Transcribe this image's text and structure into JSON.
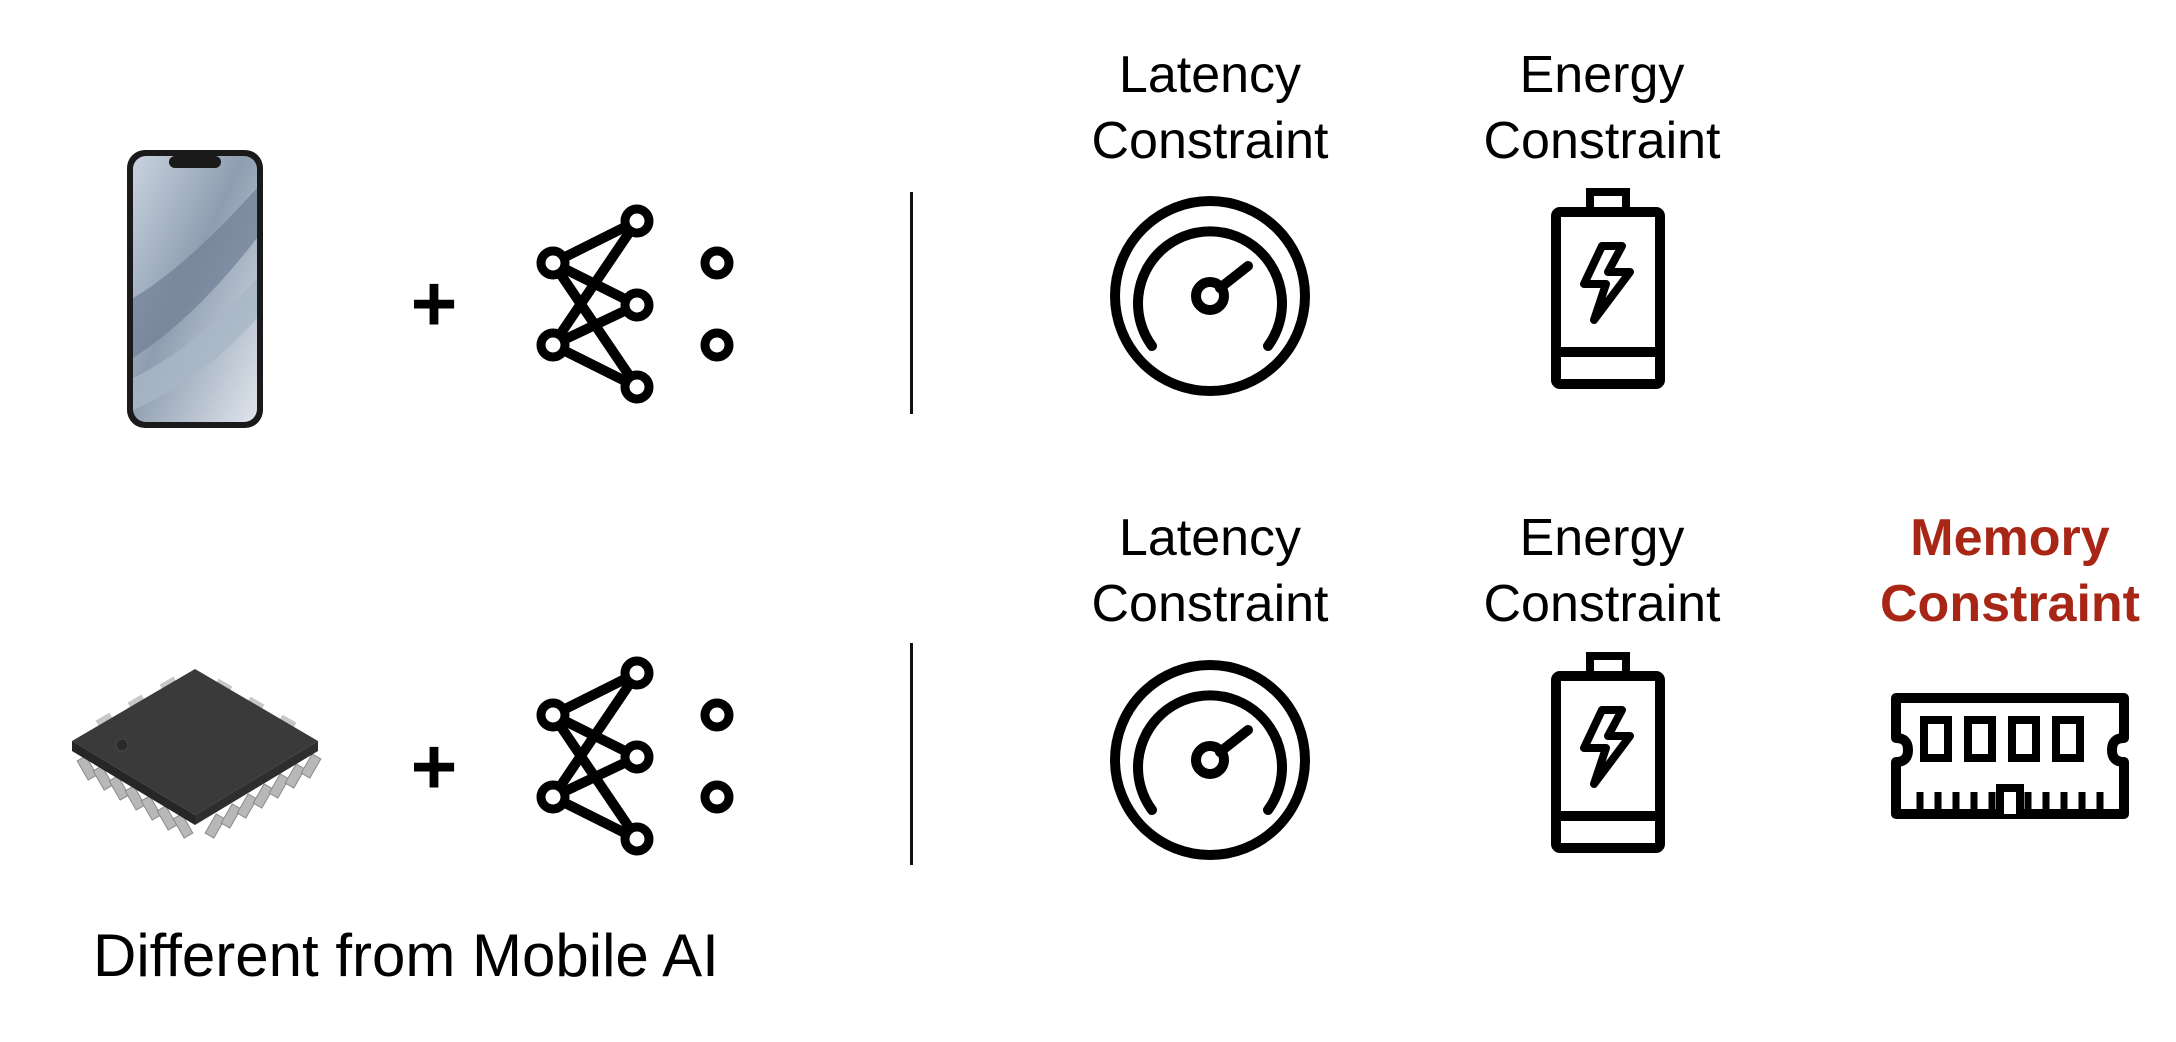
{
  "rows": [
    {
      "device": "phone-image",
      "plus": "+",
      "constraints": [
        {
          "line1": "Latency",
          "line2": "Constraint",
          "icon": "speedometer-icon"
        },
        {
          "line1": "Energy",
          "line2": "Constraint",
          "icon": "battery-icon"
        }
      ]
    },
    {
      "device": "microcontroller-chip-image",
      "plus": "+",
      "constraints": [
        {
          "line1": "Latency",
          "line2": "Constraint",
          "icon": "speedometer-icon"
        },
        {
          "line1": "Energy",
          "line2": "Constraint",
          "icon": "battery-icon"
        },
        {
          "line1": "Memory",
          "line2": "Constraint",
          "icon": "memory-module-icon",
          "highlight": true
        }
      ]
    }
  ],
  "caption": "Different from Mobile AI",
  "colors": {
    "text": "#000000",
    "highlight": "#a82616",
    "chip": "#3a3a3a",
    "pins": "#b8b8b8"
  }
}
